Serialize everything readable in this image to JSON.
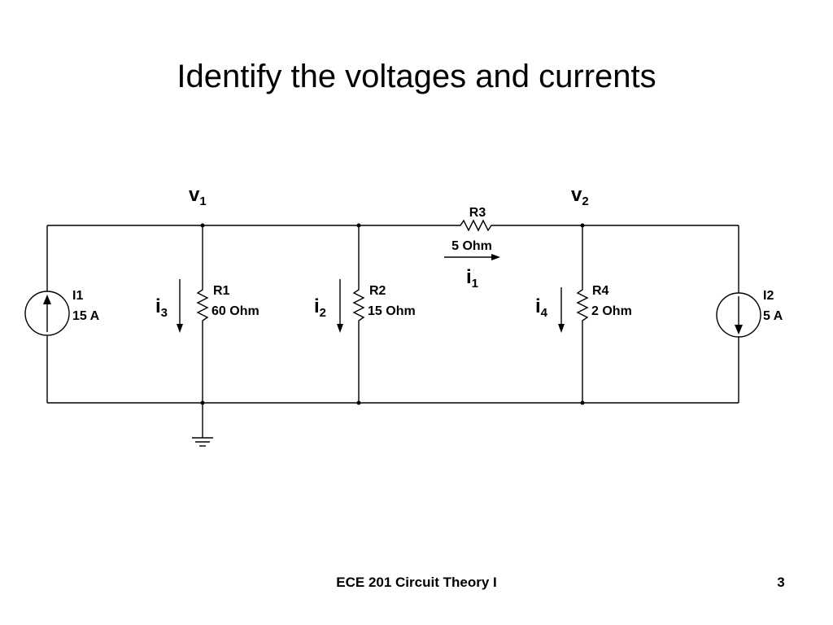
{
  "slide": {
    "title": "Identify the voltages and currents",
    "footer_course": "ECE 201 Circuit Theory I",
    "page_number": "3"
  },
  "nodes": {
    "v1": {
      "main": "v",
      "sub": "1"
    },
    "v2": {
      "main": "v",
      "sub": "2"
    }
  },
  "components": {
    "R1": {
      "name": "R1",
      "value": "60 Ohm"
    },
    "R2": {
      "name": "R2",
      "value": "15 Ohm"
    },
    "R3": {
      "name": "R3",
      "value": "5 Ohm"
    },
    "R4": {
      "name": "R4",
      "value": "2 Ohm"
    },
    "I1": {
      "name": "I1",
      "value": "15 A"
    },
    "I2": {
      "name": "I2",
      "value": "5 A"
    }
  },
  "currents": {
    "i1": {
      "main": "i",
      "sub": "1"
    },
    "i2": {
      "main": "i",
      "sub": "2"
    },
    "i3": {
      "main": "i",
      "sub": "3"
    },
    "i4": {
      "main": "i",
      "sub": "4"
    }
  }
}
